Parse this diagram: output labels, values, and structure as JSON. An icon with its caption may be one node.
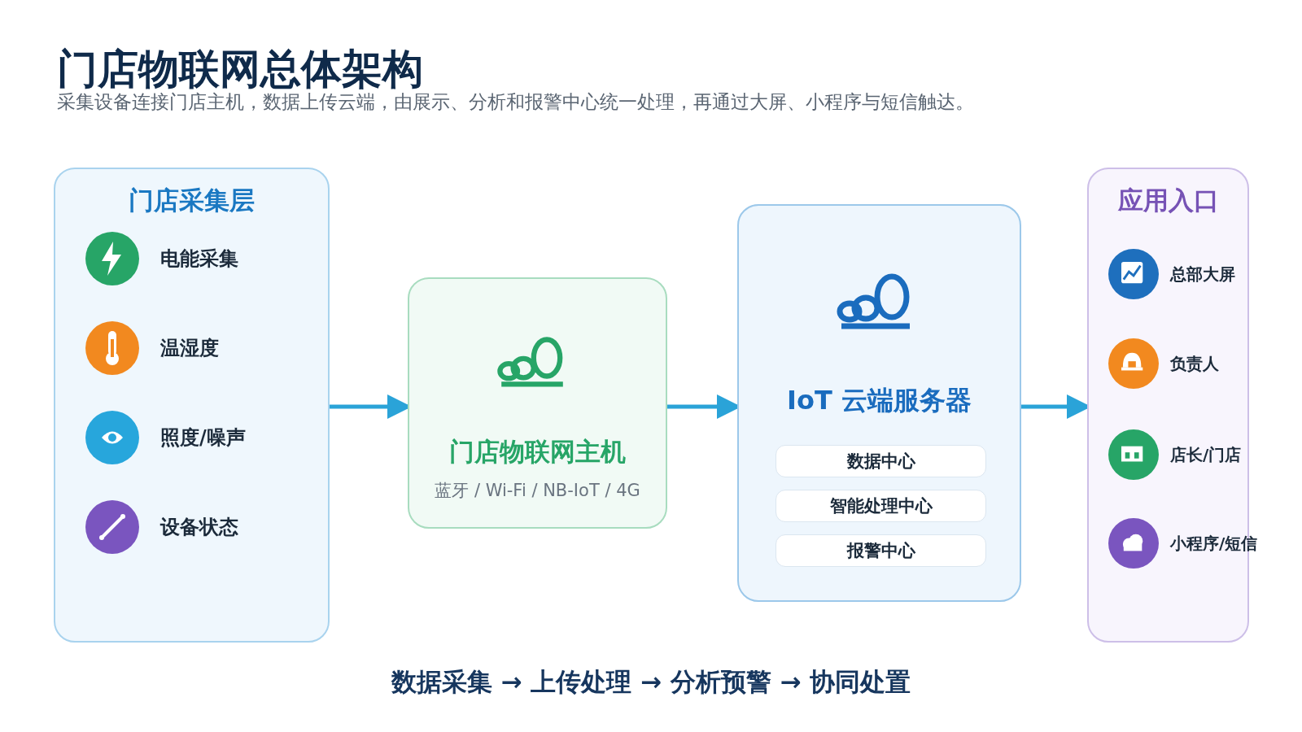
{
  "diagram": {
    "title": "门店物联网总体架构",
    "nodes": [
      {
        "text": [
          "门店采集层"
        ]
      },
      {
        "text": [
          "电能采集"
        ],
        "in": 0
      },
      {
        "text": [
          "温湿度"
        ],
        "in": 0
      },
      {
        "text": [
          "照度/噪声"
        ],
        "in": 0
      },
      {
        "text": [
          "设备状态"
        ],
        "in": 0
      },
      {
        "text": [
          "门店物联网主机",
          "蓝牙 / Wi-Fi / NB-IoT / 4G"
        ]
      },
      {
        "text": [
          "IoT 云端服务器"
        ]
      },
      {
        "text": [
          "数据中心"
        ],
        "in": 6
      },
      {
        "text": [
          "智能处理中心"
        ],
        "in": 6
      },
      {
        "text": [
          "报警中心"
        ],
        "in": 6
      },
      {
        "text": [
          "应用入口"
        ]
      },
      {
        "text": [
          "总部大屏"
        ],
        "in": 10
      },
      {
        "text": [
          "负责人"
        ],
        "in": 10
      },
      {
        "text": [
          "店长/门店"
        ],
        "in": 10
      },
      {
        "text": [
          "小程序/短信"
        ],
        "in": 10
      }
    ],
    "edges": [
      {
        "from": 0,
        "to": 5,
        "arrow": "to"
      },
      {
        "from": 5,
        "to": 6,
        "arrow": "to"
      },
      {
        "from": 6,
        "to": 10,
        "arrow": "to"
      }
    ],
    "labels": [
      "采集设备连接门店主机，数据上传云端，由展示、分析和报警中心统一处理，再通过大屏、小程序与短信触达。",
      "数据采集 → 上传处理 → 分析预警 → 协同处置"
    ]
  }
}
